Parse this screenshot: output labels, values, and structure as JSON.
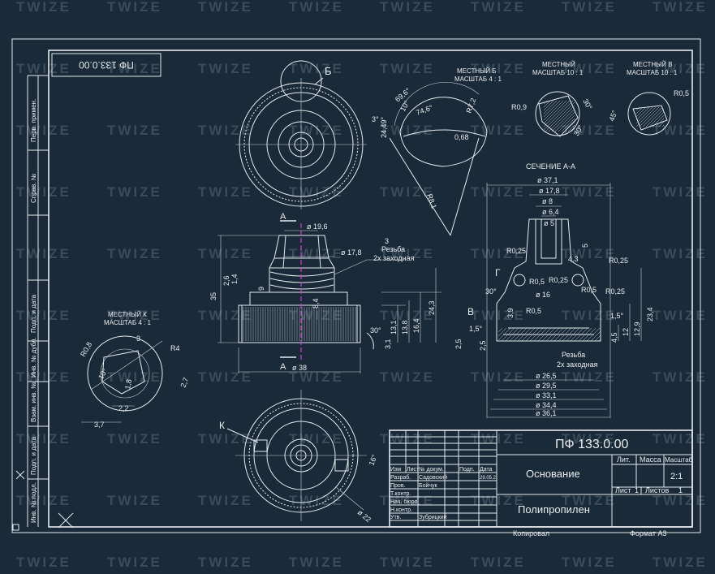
{
  "watermark": "TWIZE",
  "colors": {
    "background": "#1b2a38",
    "lines": "#e6eaee",
    "axis": "#d23cd2"
  },
  "stamp": {
    "code_rotated": "ПФ 133.0.00"
  },
  "sidebar": {
    "first_use": "Перв. примен.",
    "ref_no": "Справ. №",
    "sign_date_1": "Подп. и дата",
    "dupl_inv": "Инв. № дубл.",
    "replace_inv": "Взам. инв. №",
    "sign_date_2": "Подп. и дата",
    "orig_inv": "Инв. № подл."
  },
  "views": {
    "local_b": {
      "title": "МЕСТНЫЙ Б",
      "scale": "МАСШТАБ 4 : 1",
      "dims": [
        "69,6°",
        "74,6°",
        "10°",
        "3°",
        "24,49°",
        "R7,2",
        "0,68",
        "R8,1"
      ]
    },
    "local_mid": {
      "title": "МЕСТНЫЙ",
      "scale": "МАСШТАБ 10 : 1",
      "dims": [
        "R0,9",
        "30°",
        "30°"
      ]
    },
    "local_v": {
      "title": "МЕСТНЫЙ В",
      "scale": "МАСШТАБ 10 : 1",
      "dims": [
        "R0,5",
        "45°"
      ]
    },
    "local_k": {
      "title": "МЕСТНЫЙ К",
      "scale": "МАСШТАБ 4 : 1",
      "dims": [
        "R0,8",
        "3",
        "R4",
        "10°",
        "1,8",
        "2,7",
        "2,2",
        "3,7"
      ]
    },
    "section": {
      "title": "СЕЧЕНИЕ А-А"
    },
    "labels": {
      "b": "Б",
      "a_top": "А",
      "a_bottom": "А",
      "k": "К",
      "g": "Г",
      "v": "В"
    }
  },
  "front_view": {
    "dims": [
      "ø 19,6",
      "ø 17,8",
      "35",
      "2,6",
      "1,4",
      "9",
      "8,4",
      "3,1",
      "13,1",
      "13,8",
      "16,4",
      "24,3",
      "30°",
      "ø 38"
    ],
    "thread_note": [
      "3",
      "Резьба",
      "2х заходная"
    ]
  },
  "section_dims": {
    "top": [
      "ø 37,1",
      "ø 17,8",
      "ø 8",
      "ø 6,4",
      "ø 5",
      "5",
      "4,3",
      "R0,25",
      "R0,25",
      "R0,25",
      "R0,5",
      "R0,5",
      "ø 16",
      "R0,25",
      "R0,5",
      "30°",
      "3,9",
      "2,5"
    ],
    "right": [
      "1,5°",
      "4,5",
      "12",
      "12,9",
      "23,4"
    ],
    "thread_note": [
      "Резьба",
      "2х заходная"
    ],
    "bottom": [
      "ø 26,5",
      "ø 29,5",
      "ø 33,1",
      "ø 34,4",
      "ø 36,1"
    ],
    "left": [
      "1,5°",
      "2,5"
    ]
  },
  "bottom_view": {
    "dims": [
      "16°",
      "ø 22"
    ]
  },
  "title_block": {
    "doc_code": "ПФ 133.0.00",
    "name": "Основание",
    "material": "Полипропилен",
    "headers": [
      "Изм",
      "Лист",
      "№ докум.",
      "Подп.",
      "Дата"
    ],
    "rows": [
      [
        "Разраб.",
        "Садовский",
        "",
        "29.05.2"
      ],
      [
        "Пров.",
        "Бойчук",
        "",
        ""
      ],
      [
        "Т.контр.",
        "",
        "",
        ""
      ],
      [
        "Нач. бюро",
        "",
        "",
        ""
      ],
      [
        "Н.контр.",
        "",
        "",
        ""
      ],
      [
        "Утв.",
        "Зубрицкий",
        "",
        ""
      ]
    ],
    "lit_label": "Лит.",
    "mass_label": "Масса",
    "scale_label": "Масштаб",
    "scale_value": "2:1",
    "sheet_label": "Лист",
    "sheet_value": "1",
    "sheets_label": "Листов",
    "sheets_value": "1",
    "copied": "Копировал",
    "format": "Формат А3"
  }
}
